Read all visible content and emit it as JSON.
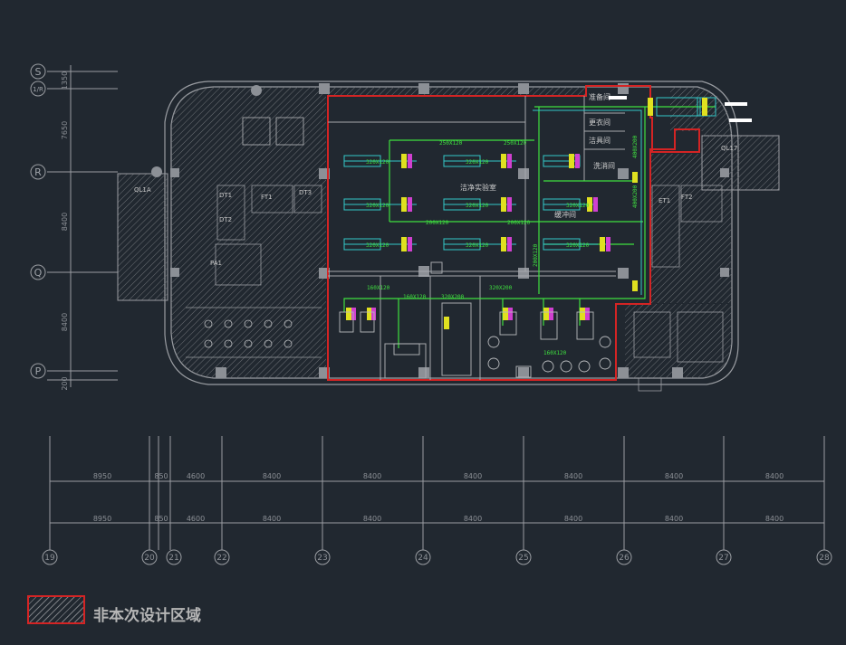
{
  "grid_rows": [
    {
      "id": "row-s",
      "label": "S"
    },
    {
      "id": "row-half",
      "label": "1/R"
    },
    {
      "id": "row-r",
      "label": "R"
    },
    {
      "id": "row-q",
      "label": "Q"
    },
    {
      "id": "row-p",
      "label": "P"
    }
  ],
  "grid_row_dims": [
    "1350",
    "7650",
    "8400",
    "8400",
    "200"
  ],
  "grid_cols": [
    "19",
    "20",
    "21",
    "22",
    "23",
    "24",
    "25",
    "26",
    "27",
    "28"
  ],
  "col_dims": [
    "8950",
    "850",
    "4600",
    "8400",
    "8400",
    "8400",
    "8400",
    "8400",
    "8400"
  ],
  "col_dims_lower": [
    "8950",
    "850",
    "4600",
    "8400",
    "8400",
    "8400",
    "8400",
    "8400",
    "8400"
  ],
  "rooms": {
    "lab": "洁净实验室",
    "prep": "准备间",
    "dress": "更衣间",
    "clean": "洁具间",
    "corridor": "缓冲间",
    "wash": "洗消间",
    "ql1a": "QL1A",
    "ql17": "QL17",
    "pa1": "PA1",
    "et1": "ET1",
    "ft": "FT1",
    "ft2": "FT2",
    "dt1": "DT1",
    "dt2": "DT2",
    "dt3": "DT3"
  },
  "equipment_labels": [
    "320X120",
    "250X120",
    "160X120",
    "200X120",
    "320X200",
    "400X200"
  ],
  "legend": {
    "label": "非本次设计区域"
  },
  "colors": {
    "background": "#212830",
    "wall": "#9a9da2",
    "boundary": "#d42424",
    "duct_green": "#3fe03f",
    "duct_cyan": "#33c9c9",
    "yellow": "#e0e020",
    "magenta": "#d040d0"
  }
}
